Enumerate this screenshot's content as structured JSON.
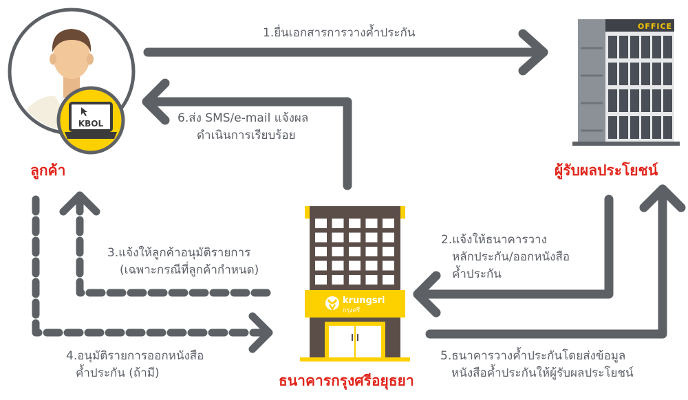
{
  "actors": {
    "customer": {
      "label": "ลูกค้า",
      "laptop_label": "KBOL"
    },
    "beneficiary": {
      "label": "ผู้รับผลประโยชน์",
      "sign_label": "OFFICE"
    },
    "bank": {
      "label": "ธนาคารกรุงศรีอยุธยา",
      "logo_label": "krungsri",
      "logo_sublabel": "กรุงศรี"
    }
  },
  "steps": [
    {
      "lines": [
        "1.ยื่นเอกสารการวางค้ำประกัน"
      ]
    },
    {
      "lines": [
        "2.แจ้งให้ธนาคารวาง",
        "หลักประกัน/ออกหนังสือ",
        "ค้ำประกัน"
      ]
    },
    {
      "lines": [
        "3.แจ้งให้ลูกค้าอนุมัติรายการ",
        "(เฉพาะกรณีที่ลูกค้ากำหนด)"
      ]
    },
    {
      "lines": [
        "4.อนุมัติรายการออกหนังสือ",
        "ค้ำประกัน (ถ้ามี)"
      ]
    },
    {
      "lines": [
        "5.ธนาคารวางค้ำประกันโดยส่งข้อมูล",
        "หนังสือค้ำประกันให้ผู้รับผลประโยชน์"
      ]
    },
    {
      "lines": [
        "6.ส่ง SMS/e-mail แจ้งผล",
        "ดำเนินการเรียบร้อย"
      ]
    }
  ],
  "colors": {
    "arrow": "#5d6166",
    "accent_red": "#e1251b",
    "brand_yellow": "#fdd000",
    "building_brown": "#5b4e49",
    "office_gray": "#7a7f86"
  }
}
